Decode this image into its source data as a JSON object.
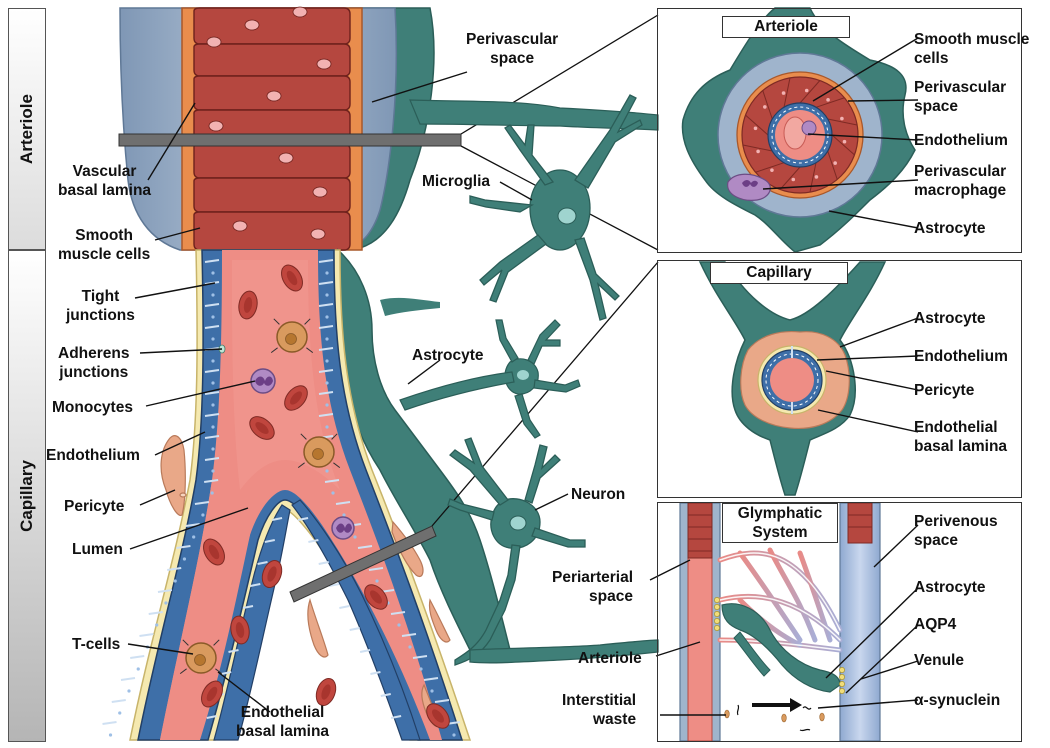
{
  "sidebar": {
    "arteriole": "Arteriole",
    "capillary": "Capillary"
  },
  "main_labels": {
    "perivascular_space": "Perivascular\nspace",
    "vascular_basal_lamina": "Vascular\nbasal lamina",
    "smooth_muscle_cells": "Smooth\nmuscle cells",
    "microglia": "Microglia",
    "tight_junctions": "Tight\njunctions",
    "adherens_junctions": "Adherens\njunctions",
    "monocytes": "Monocytes",
    "astrocyte": "Astrocyte",
    "endothelium": "Endothelium",
    "pericyte": "Pericyte",
    "neuron": "Neuron",
    "lumen": "Lumen",
    "t_cells": "T-cells",
    "endothelial_basal_lamina": "Endothelial\nbasal lamina"
  },
  "arteriole_panel": {
    "title": "Arteriole",
    "smooth_muscle_cells": "Smooth muscle\ncells",
    "perivascular_space": "Perivascular\nspace",
    "endothelium": "Endothelium",
    "perivascular_macrophage": "Perivascular\nmacrophage",
    "astrocyte": "Astrocyte"
  },
  "capillary_panel": {
    "title": "Capillary",
    "astrocyte": "Astrocyte",
    "endothelium": "Endothelium",
    "pericyte": "Pericyte",
    "endothelial_basal_lamina": "Endothelial\nbasal lamina"
  },
  "glymphatic_panel": {
    "title": "Glymphatic\nSystem",
    "perivenous_space": "Perivenous\nspace",
    "periarterial_space": "Periarterial\nspace",
    "astrocyte": "Astrocyte",
    "aqp4": "AQP4",
    "arteriole": "Arteriole",
    "venule": "Venule",
    "interstitial_waste": "Interstitial\nwaste",
    "alpha_synuclein": "α-synuclein"
  },
  "colors": {
    "smooth_muscle": "#b5473f",
    "smooth_muscle_dark": "#7e2a24",
    "lumen": "#ee8d85",
    "endothelium": "#3e6fa8",
    "basal_lamina": "#f5e9b0",
    "astrocyte": "#3f7f78",
    "astrocyte_light": "#5b9c93",
    "perivascular": "#9fb4cc",
    "pericyte": "#e9a888",
    "monocyte": "#b08ac4",
    "tcell": "#d99a5e",
    "orange_lamina": "#e98d4d"
  }
}
